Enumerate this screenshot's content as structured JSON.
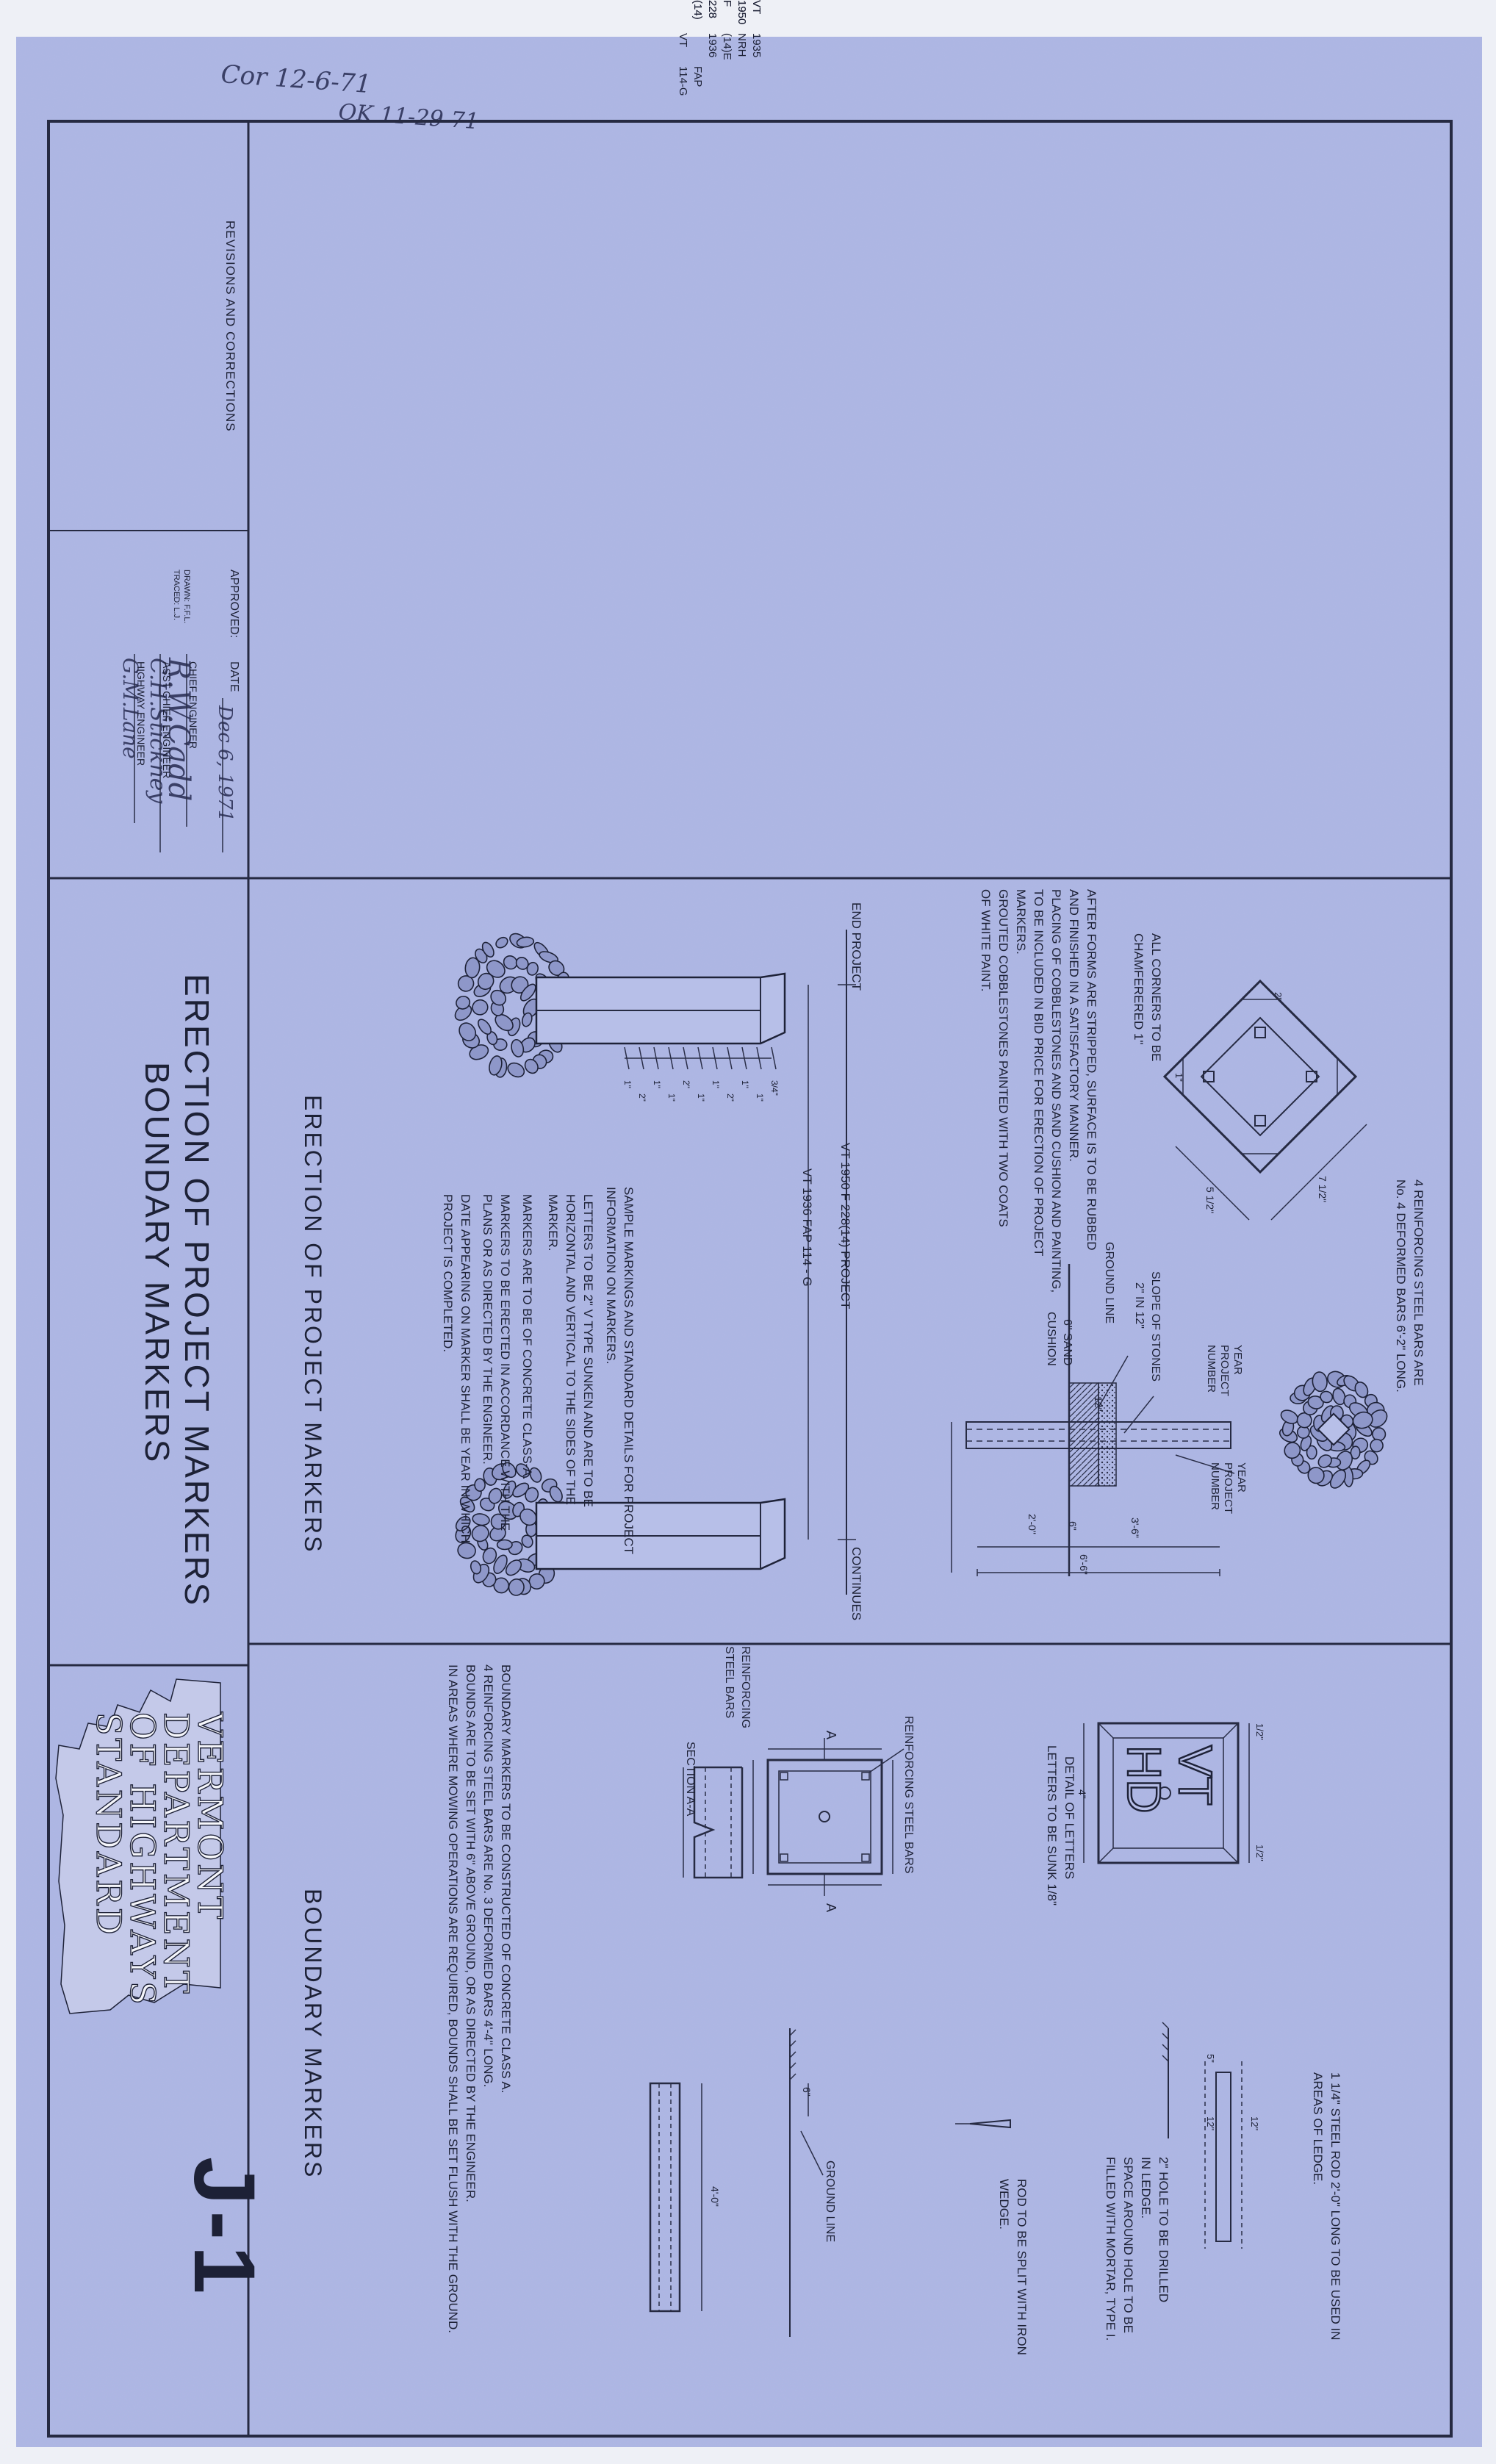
{
  "annotations": {
    "pencil_top_1": "Cor 12-6-71",
    "pencil_top_2": "OK 11-29-71"
  },
  "title_block": {
    "revisions_label": "REVISIONS AND CORRECTIONS",
    "approved_label": "APPROVED:",
    "date_label": "DATE",
    "date_value": "Dec 6, 1971",
    "sig_chief": "R.W.Cadd",
    "chief_engineer": "CHIEF ENGINEER",
    "sig_asst": "C.H.Stickney",
    "asst_chief_engineer": "ASST CHIEF ENGINEER",
    "sig_hwy": "G.M.Lane",
    "highway_engineer": "HIGHWAY ENGINEER",
    "drawn": "DRAWN: F.F.L.",
    "traced": "TRACED: L.J.",
    "main_title_1": "ERECTION OF PROJECT MARKERS",
    "main_title_2": "BOUNDARY MARKERS",
    "dept_1": "VERMONT",
    "dept_2": "DEPARTMENT",
    "dept_3": "OF HIGHWAYS",
    "dept_4": "STANDARD",
    "sheet_number": "J-1"
  },
  "project_markers": {
    "section_title": "ERECTION OF PROJECT MARKERS",
    "reinforcing_note_1": "4 REINFORCING STEEL BARS ARE",
    "reinforcing_note_2": "No. 4 DEFORMED BARS 6'-2\" LONG.",
    "chamfer_1": "ALL CORNERS TO BE",
    "chamfer_2": "CHAMFERERED 1\"",
    "dim_2in": "2\"",
    "dim_1in": "1\"",
    "dim_5half": "5 1/2\"",
    "dim_7half": "7 1/2\"",
    "notes": [
      "AFTER FORMS ARE STRIPPED, SURFACE IS TO BE RUBBED",
      "AND FINISHED IN A SATISFACTORY MANNER.",
      "PLACING OF COBBLESTONES AND SAND CUSHION AND PAINTING,",
      "TO BE INCLUDED IN BID PRICE FOR ERECTION OF PROJECT",
      "MARKERS.",
      "GROUTED COBBLESTONES PAINTED WITH TWO COATS",
      "OF WHITE PAINT."
    ],
    "ground_line": "GROUND LINE",
    "slope_1": "SLOPE OF STONES",
    "slope_2": "2\" IN 12\"",
    "sand_1": "6\" SAND",
    "sand_2": "CUSHION",
    "year_1": "YEAR",
    "year_2": "PROJECT",
    "year_3": "NUMBER",
    "dim_12": "12\"",
    "dim_2_0": "2'-0\"",
    "dim_6": "6\"",
    "dim_3_6": "3'-6\"",
    "dim_6_6": "6'-6\"",
    "end_project": "END PROJECT",
    "continues": "CONTINUES",
    "project_line_1": "VT 1950 F 228(14) PROJECT",
    "project_line_2": "VT 1936 FAP 114 - G",
    "marker_a_text": [
      "VT",
      "1950",
      "F",
      "228",
      "(14)",
      "VT",
      "1935",
      "NRH",
      "(14)E",
      "1936",
      "FAP",
      "114-G"
    ],
    "marker_b_text": [
      "VT",
      "1950",
      "F",
      "228",
      "(14)"
    ],
    "dims_3_4": "3/4\"",
    "sample_notes": [
      "SAMPLE MARKINGS AND STANDARD DETAILS FOR PROJECT",
      "INFORMATION ON MARKERS.",
      "LETTERS TO BE 2\" V TYPE SUNKEN AND ARE TO BE",
      "HORIZONTAL AND VERTICAL TO THE SIDES OF THE",
      "MARKER.",
      "MARKERS ARE TO BE OF CONCRETE CLASS-A.",
      "MARKERS TO BE ERECTED IN ACCORDANCE WITH THE",
      "PLANS OR AS DIRECTED BY THE ENGINEER.",
      "DATE APPEARING ON MARKER SHALL BE YEAR IN WHICH",
      "PROJECT IS COMPLETED."
    ]
  },
  "boundary_markers": {
    "section_title": "BOUNDARY MARKERS",
    "letters_top": "VT",
    "letters_bottom": "HD",
    "detail_1": "DETAIL OF LETTERS",
    "detail_2": "LETTERS TO BE SUNK 1/8\"",
    "dim_4": "4\"",
    "dim_1_2": "1/2\"",
    "reinforcing_steel": "REINFORCING STEEL BARS",
    "reinforcing_1": "REINFORCING",
    "reinforcing_2": "STEEL BARS",
    "section_label": "SECTION A-A",
    "label_a": "A",
    "steel_rod_1": "1 1/4\" STEEL ROD 2'-0\" LONG TO BE USED IN",
    "steel_rod_2": "AREAS OF LEDGE.",
    "hole_1": "2\" HOLE TO BE DRILLED",
    "hole_2": "IN LEDGE.",
    "hole_3": "SPACE AROUND HOLE TO BE",
    "hole_4": "FILLED WITH MORTAR, TYPE I.",
    "rod_1": "ROD TO BE SPLIT WITH IRON",
    "rod_2": "WEDGE.",
    "ground_line": "GROUND LINE",
    "dim_4_0": "4'-0\"",
    "dim_6": "6\"",
    "dim_5": "5\"",
    "dim_12": "12\"",
    "notes": [
      "BOUNDARY MARKERS TO BE CONSTRUCTED OF CONCRETE CLASS A.",
      "4 REINFORCING STEEL BARS ARE No. 3 DEFORMED BARS 4'-4\" LONG.",
      "BOUNDS ARE TO BE SET WITH 6\" ABOVE GROUND, OR AS DIRECTED BY THE ENGINEER.",
      "IN AREAS WHERE MOWING OPERATIONS ARE REQUIRED, BOUNDS SHALL BE SET FLUSH WITH THE GROUND."
    ]
  }
}
